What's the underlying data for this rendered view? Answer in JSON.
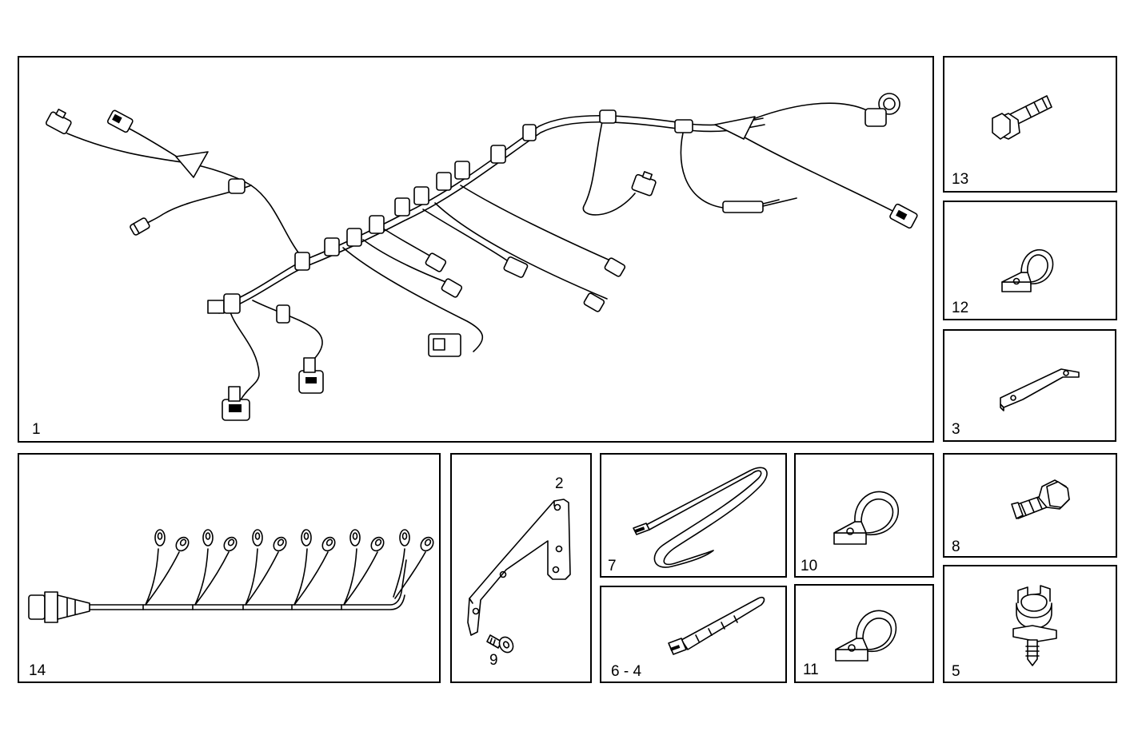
{
  "panels": {
    "p1": {
      "label": "1",
      "part": "main-wiring-harness-icon"
    },
    "p13": {
      "label": "13",
      "part": "bolt-icon"
    },
    "p12": {
      "label": "12",
      "part": "p-clip-icon"
    },
    "p3": {
      "label": "3",
      "part": "flat-strap-icon"
    },
    "p14": {
      "label": "14",
      "part": "ground-cable-harness-icon"
    },
    "p2": {
      "label": "2",
      "part": "bracket-icon"
    },
    "p9": {
      "label": "9",
      "part": "screw-icon"
    },
    "p7": {
      "label": "7",
      "part": "cable-tie-long-icon"
    },
    "p10": {
      "label": "10",
      "part": "p-clip-icon"
    },
    "p8": {
      "label": "8",
      "part": "bolt-icon"
    },
    "p64": {
      "label": "6 - 4",
      "part": "cable-tie-short-icon"
    },
    "p11": {
      "label": "11",
      "part": "p-clip-icon"
    },
    "p5": {
      "label": "5",
      "part": "push-clip-icon"
    }
  },
  "colors": {
    "line": "#000000",
    "background": "#ffffff"
  }
}
